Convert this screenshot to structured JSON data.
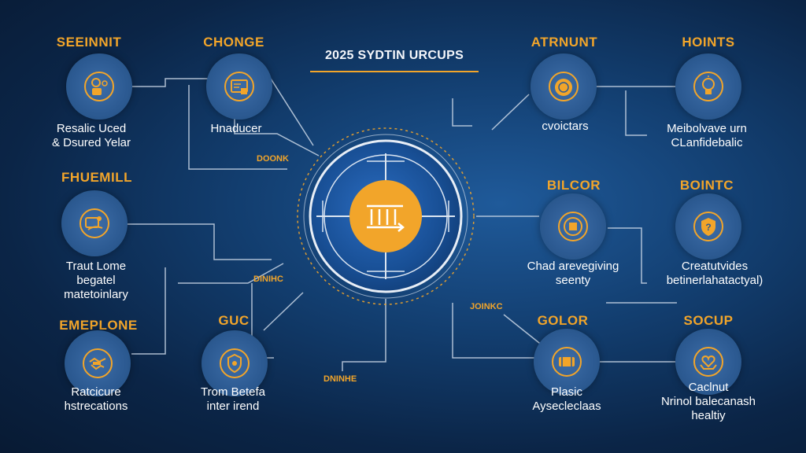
{
  "title": "2025 SYDTIN URCUPS",
  "colors": {
    "accent": "#f2a52a",
    "background": "#0b2547",
    "node_fill": "#2c5a92",
    "line": "#c9d6e6"
  },
  "hub": {
    "icon": "bank-icon"
  },
  "hub_labels": [
    "DOONK",
    "DINIHC",
    "JOINKC",
    "DNINHE"
  ],
  "nodes": [
    {
      "id": "seeinnit",
      "title": "SEEINNIT",
      "desc": "Resalic Uced\n& Dsured Yelar",
      "icon": "person-gear-icon"
    },
    {
      "id": "chonge",
      "title": "CHONGE",
      "desc": "Hnaducer",
      "icon": "certificate-icon"
    },
    {
      "id": "fhuemill",
      "title": "FHUEMILL",
      "desc": "Traut Lome\nbegatel\nmatetoinlary",
      "icon": "hand-gear-icon"
    },
    {
      "id": "emeplone",
      "title": "EMEPLONE",
      "desc": "Ratcicure\nhstrecations",
      "icon": "handshake-icon"
    },
    {
      "id": "guc",
      "title": "GUC",
      "desc": "Trom Betefa\ninter irend",
      "icon": "shield-hand-icon"
    },
    {
      "id": "atrnunt",
      "title": "ATRNUNT",
      "desc": "cvoictars",
      "icon": "coin-icon"
    },
    {
      "id": "hoints",
      "title": "HOINTS",
      "desc": "Meibolvave urn\nCLanfidebalic",
      "icon": "lightbulb-icon"
    },
    {
      "id": "bilcor",
      "title": "BILCOR",
      "desc": "Chad arevegiving\nseenty",
      "icon": "puzzle-icon"
    },
    {
      "id": "bointc",
      "title": "BOINTC",
      "desc": "Creatutvides\nbetinerlahatactyal)",
      "icon": "shield-question-icon"
    },
    {
      "id": "golor",
      "title": "GOLOR",
      "desc": "Plasic\nAysecleclaas",
      "icon": "handshake-coin-icon"
    },
    {
      "id": "socup",
      "title": "SOCUP",
      "desc": "Caclnut\nNrinol balecanash\nhealtiy",
      "icon": "hands-heart-icon"
    }
  ]
}
